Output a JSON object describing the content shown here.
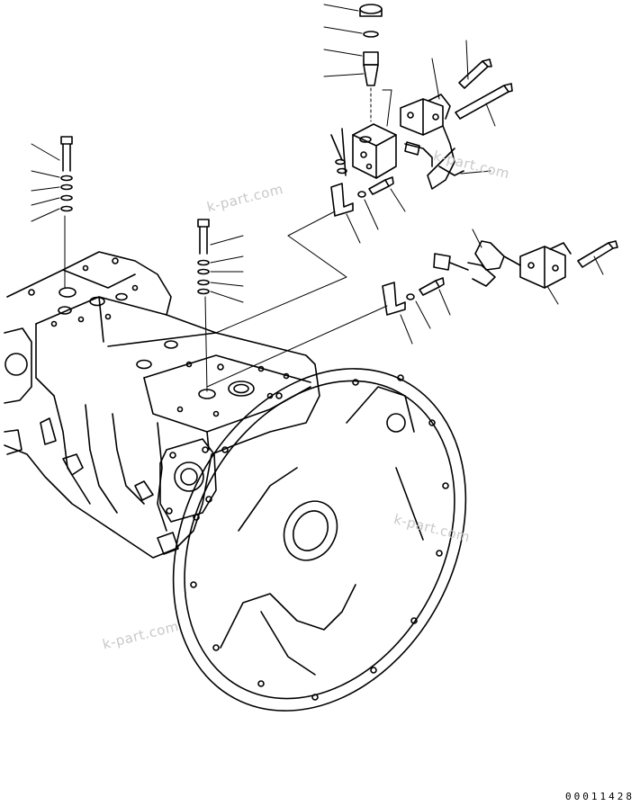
{
  "watermarks": [
    "k-part.com",
    "k-part.com",
    "k-part.com"
  ],
  "drawing_code": "00011428",
  "colors": {
    "line": "#000000",
    "watermark": "#c8c8c8",
    "background": "#ffffff"
  }
}
